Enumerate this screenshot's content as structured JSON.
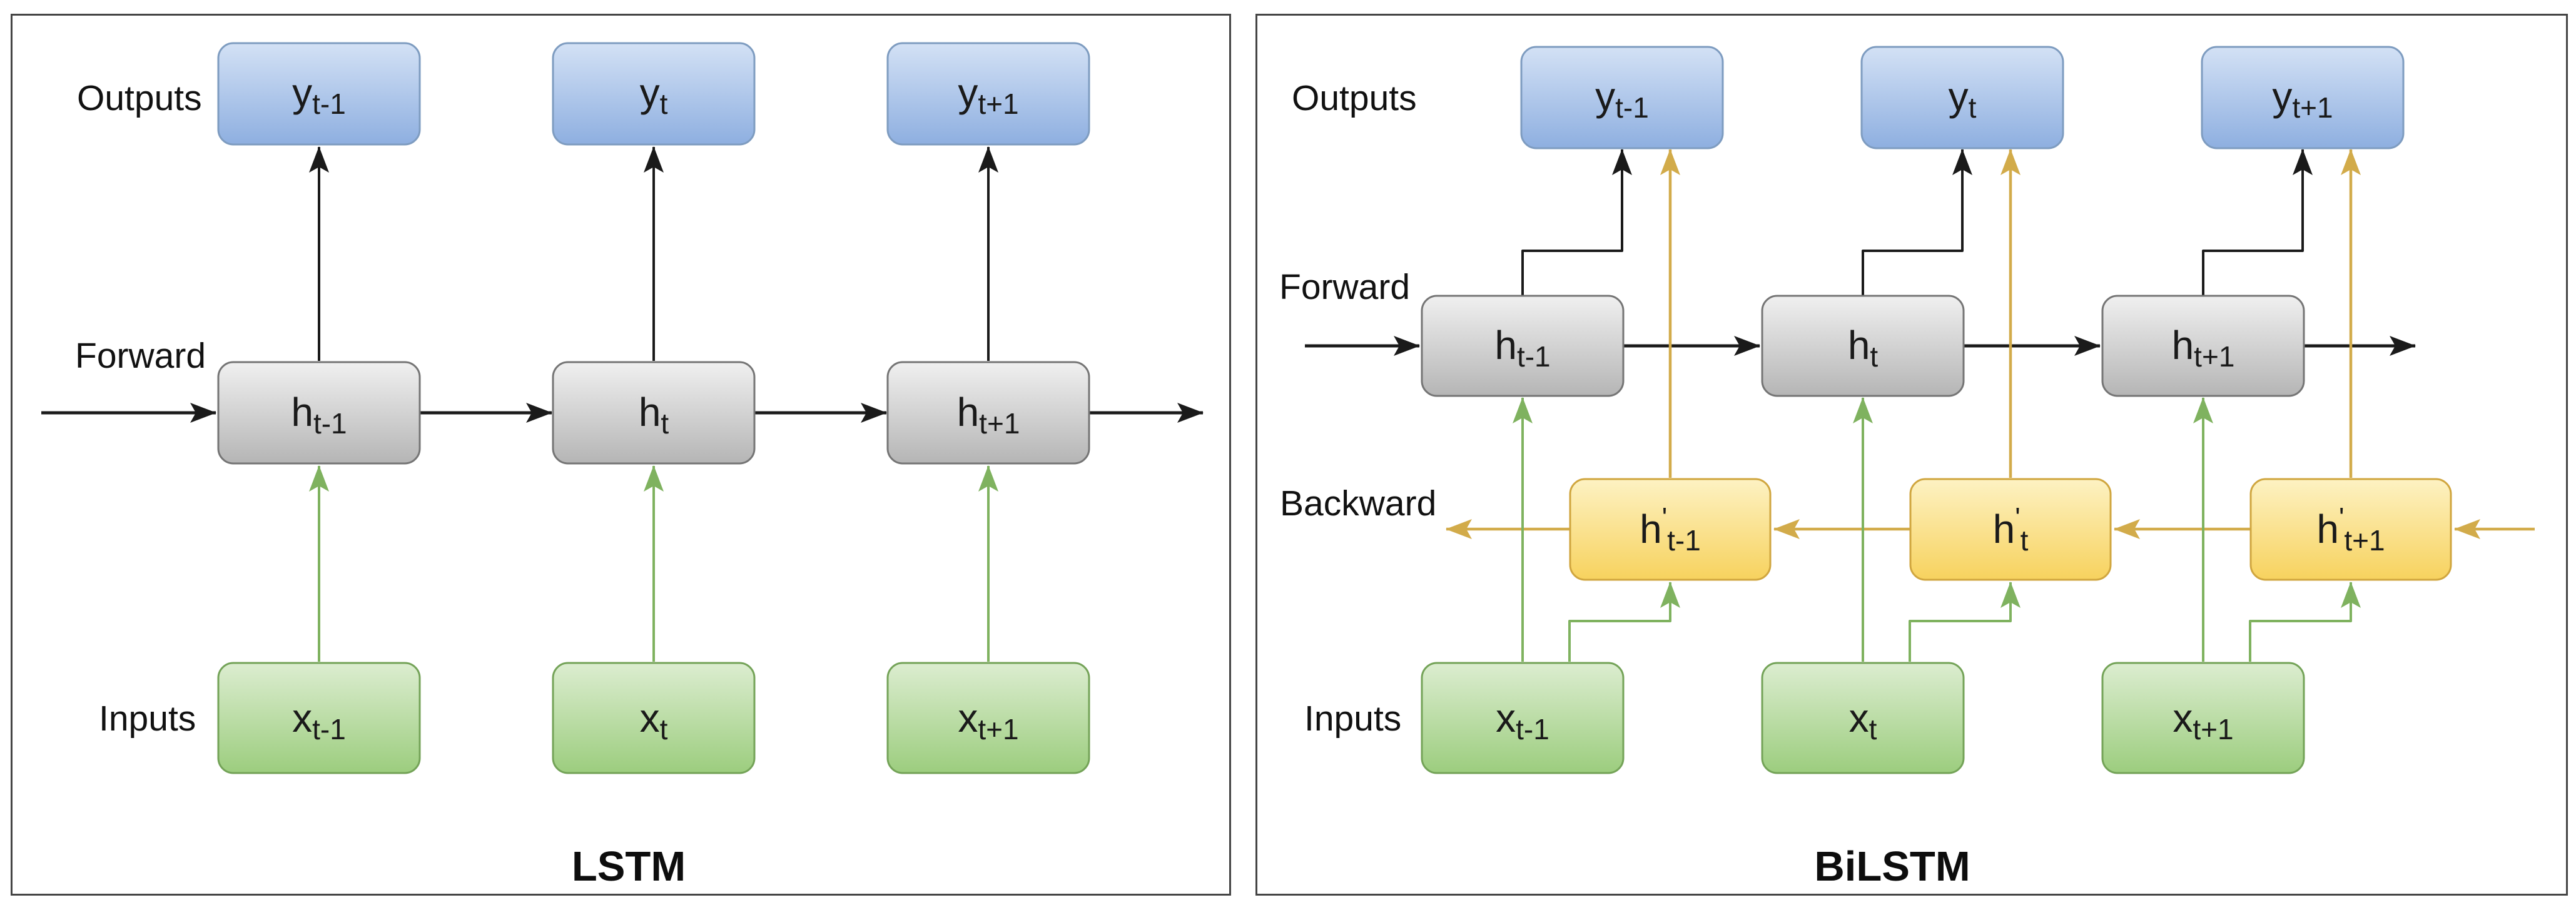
{
  "panels": [
    {
      "title": "LSTM",
      "labels": {
        "outputs": "Outputs",
        "forward": "Forward",
        "inputs": "Inputs"
      },
      "outputs": [
        {
          "main": "y",
          "sub": "t-1"
        },
        {
          "main": "y",
          "sub": "t"
        },
        {
          "main": "y",
          "sub": "t+1"
        }
      ],
      "hidden": [
        {
          "main": "h",
          "sub": "t-1"
        },
        {
          "main": "h",
          "sub": "t"
        },
        {
          "main": "h",
          "sub": "t+1"
        }
      ],
      "inputs": [
        {
          "main": "x",
          "sub": "t-1"
        },
        {
          "main": "x",
          "sub": "t"
        },
        {
          "main": "x",
          "sub": "t+1"
        }
      ]
    },
    {
      "title": "BiLSTM",
      "labels": {
        "outputs": "Outputs",
        "forward": "Forward",
        "backward": "Backward",
        "inputs": "Inputs"
      },
      "outputs": [
        {
          "main": "y",
          "sub": "t-1"
        },
        {
          "main": "y",
          "sub": "t"
        },
        {
          "main": "y",
          "sub": "t+1"
        }
      ],
      "forward_hidden": [
        {
          "main": "h",
          "sub": "t-1"
        },
        {
          "main": "h",
          "sub": "t"
        },
        {
          "main": "h",
          "sub": "t+1"
        }
      ],
      "backward_hidden": [
        {
          "main": "h",
          "prime": "'",
          "sub": "t-1"
        },
        {
          "main": "h",
          "prime": "'",
          "sub": "t"
        },
        {
          "main": "h",
          "prime": "'",
          "sub": "t+1"
        }
      ],
      "inputs": [
        {
          "main": "x",
          "sub": "t-1"
        },
        {
          "main": "x",
          "sub": "t"
        },
        {
          "main": "x",
          "sub": "t+1"
        }
      ]
    }
  ],
  "colors": {
    "output_box_top": "#d3e1f5",
    "output_box_bottom": "#8eafe0",
    "output_box_stroke": "#7e9cc0",
    "hidden_box_top": "#f0f0f0",
    "hidden_box_bottom": "#b5b5b5",
    "hidden_box_stroke": "#757575",
    "input_box_top": "#dcedd0",
    "input_box_bottom": "#9ccd7e",
    "input_box_stroke": "#74a358",
    "backward_box_top": "#fdf2c3",
    "backward_box_bottom": "#f7d25e",
    "backward_box_stroke": "#d0a63f",
    "arrow_black": "#1a1a1a",
    "arrow_green": "#7fb25f",
    "arrow_gold": "#d2ab4a",
    "panel_border": "#454545",
    "text": "#111111"
  }
}
